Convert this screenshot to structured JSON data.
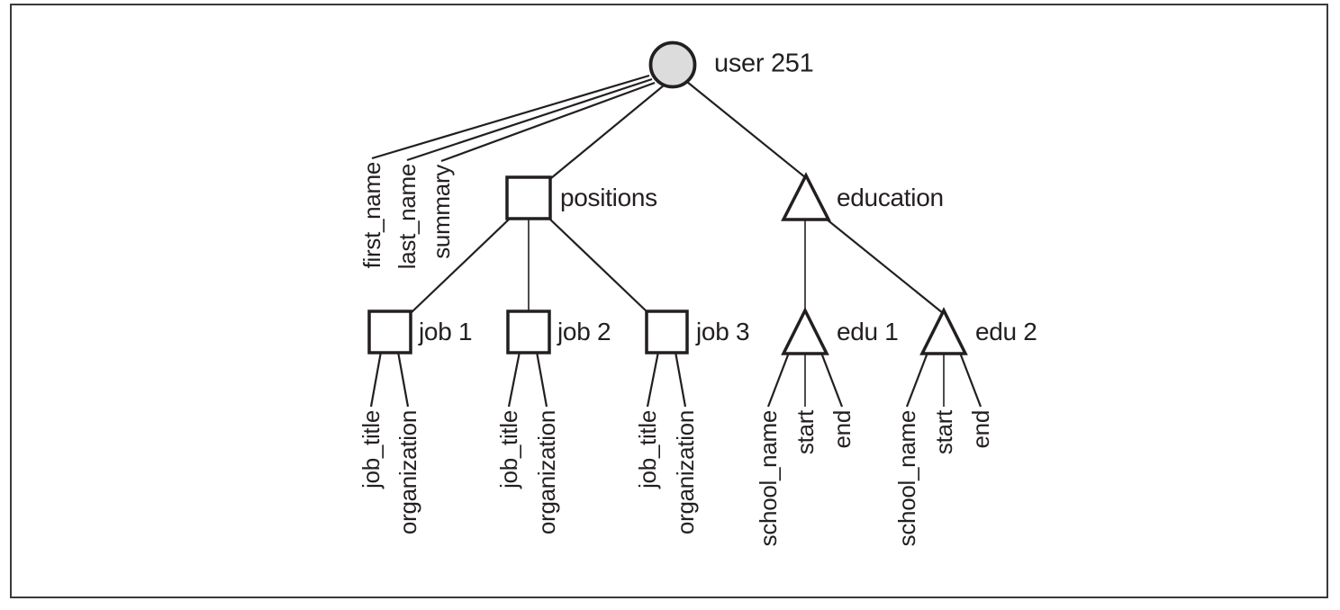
{
  "tree": {
    "root": {
      "label": "user 251",
      "shape": "circle"
    },
    "root_attributes": [
      "first_name",
      "last_name",
      "summary"
    ],
    "positions": {
      "label": "positions",
      "shape": "square",
      "children": [
        {
          "label": "job 1",
          "shape": "square",
          "attributes": [
            "job_title",
            "organization"
          ]
        },
        {
          "label": "job 2",
          "shape": "square",
          "attributes": [
            "job_title",
            "organization"
          ]
        },
        {
          "label": "job 3",
          "shape": "square",
          "attributes": [
            "job_title",
            "organization"
          ]
        }
      ]
    },
    "education": {
      "label": "education",
      "shape": "triangle",
      "children": [
        {
          "label": "edu 1",
          "shape": "triangle",
          "attributes": [
            "school_name",
            "start",
            "end"
          ]
        },
        {
          "label": "edu 2",
          "shape": "triangle",
          "attributes": [
            "school_name",
            "start",
            "end"
          ]
        }
      ]
    },
    "colors": {
      "ink": "#231f20",
      "root_fill": "#dcdcdc",
      "node_fill": "#ffffff",
      "frame": "#3a3a3a",
      "background": "#ffffff"
    }
  }
}
